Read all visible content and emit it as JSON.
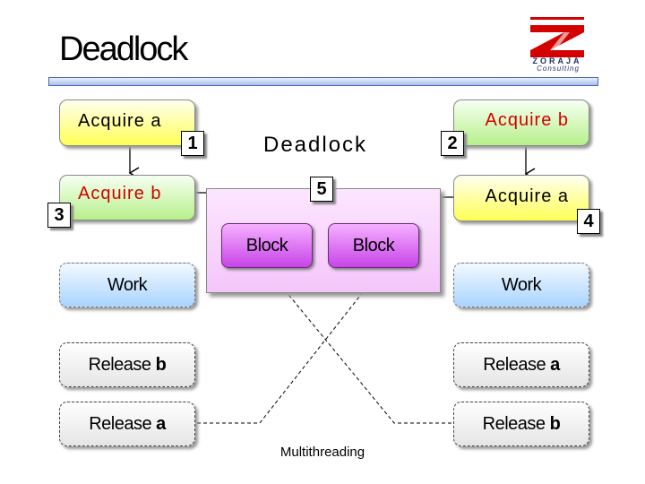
{
  "title": "Deadlock",
  "logo": {
    "name": "ZORAJA",
    "sub": "Consulting",
    "icon": "zoraja-logo"
  },
  "center_label": "Deadlock",
  "left": {
    "acquire_first": "Acquire a",
    "acquire_second": "Acquire b",
    "work": "Work",
    "release_first_prefix": "Release ",
    "release_first_var": "b",
    "release_second_prefix": "Release ",
    "release_second_var": "a"
  },
  "right": {
    "acquire_first": "Acquire b",
    "acquire_second": "Acquire a",
    "work": "Work",
    "release_first_prefix": "Release ",
    "release_first_var": "a",
    "release_second_prefix": "Release ",
    "release_second_var": "b"
  },
  "blocks": {
    "left": "Block",
    "right": "Block"
  },
  "steps": [
    "1",
    "2",
    "3",
    "4",
    "5"
  ],
  "footer": "Multithreading",
  "colors": {
    "red_text": "#d40000",
    "rule_border": "#4a66b0",
    "block_fill": "#c844e8"
  }
}
